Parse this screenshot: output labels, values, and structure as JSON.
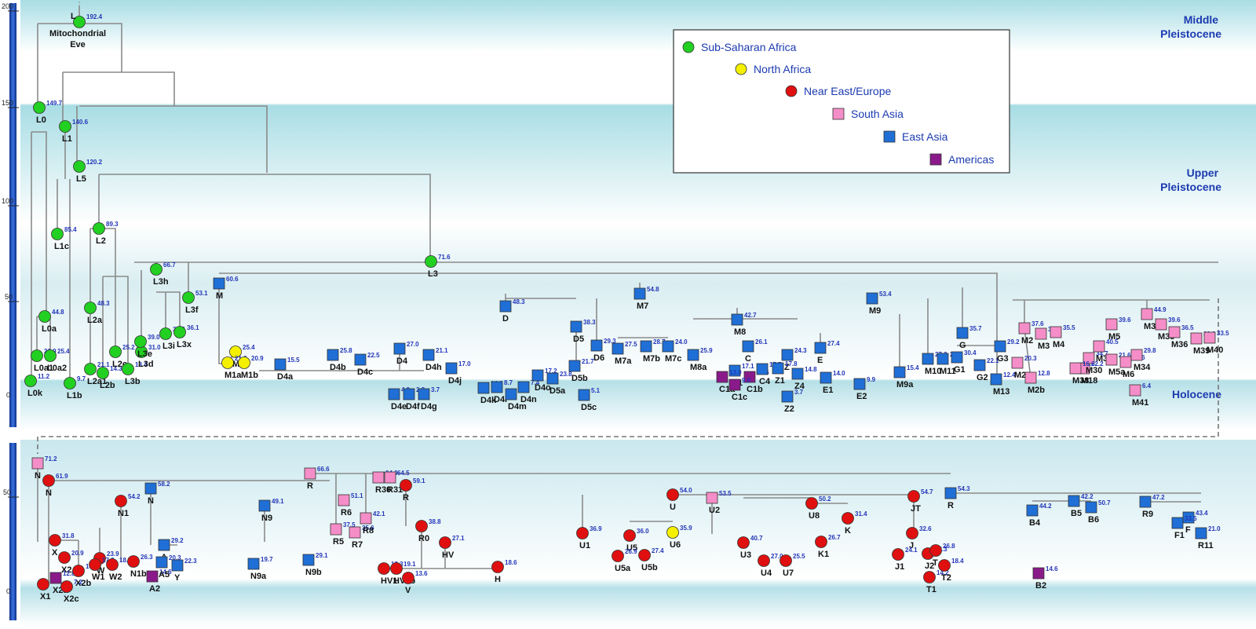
{
  "colors": {
    "africa": "#22d022",
    "north_africa": "#f4f000",
    "europe": "#e01010",
    "south_asia": "#f58ec8",
    "east_asia": "#1f6fd6",
    "americas": "#8a1a8a",
    "band": "#cde9ee",
    "edge": "#8a8a8a"
  },
  "epochs": {
    "middle": "Middle\nPleistocene",
    "upper": "Upper\nPleistocene",
    "holocene": "Holocene"
  },
  "axis_top": [
    "200",
    "150",
    "100",
    "50",
    "0"
  ],
  "axis_bottom": [
    "50",
    "0"
  ],
  "root": {
    "label": "L",
    "age": "192.4",
    "name": "Mitochondrial\nEve"
  },
  "legend": [
    {
      "key": "africa",
      "label": "Sub-Saharan Africa",
      "shape": "circle"
    },
    {
      "key": "north_africa",
      "label": "North Africa",
      "shape": "circle"
    },
    {
      "key": "europe",
      "label": "Near East/Europe",
      "shape": "circle"
    },
    {
      "key": "south_asia",
      "label": "South Asia",
      "shape": "square"
    },
    {
      "key": "east_asia",
      "label": "East Asia",
      "shape": "square"
    },
    {
      "key": "americas",
      "label": "Americas",
      "shape": "square"
    }
  ],
  "top_nodes": [
    [
      "L0",
      "149.7",
      "africa"
    ],
    [
      "L1",
      "140.6",
      "africa"
    ],
    [
      "L5",
      "120.2",
      "africa"
    ],
    [
      "L1c",
      "85.4",
      "africa"
    ],
    [
      "L2",
      "89.3",
      "africa"
    ],
    [
      "L0a",
      "44.8",
      "africa"
    ],
    [
      "L3",
      "71.6",
      "africa"
    ],
    [
      "L0k",
      "11.2",
      "africa"
    ],
    [
      "L0a1",
      "26.9",
      "africa"
    ],
    [
      "L0a2",
      "25.4",
      "africa"
    ],
    [
      "L1b",
      "9.7",
      "africa"
    ],
    [
      "L2a",
      "48.3",
      "africa"
    ],
    [
      "L2a1",
      "21.1",
      "africa"
    ],
    [
      "L2b",
      "14.3",
      "africa"
    ],
    [
      "L2c",
      "25.2",
      "africa"
    ],
    [
      "L3b",
      "18.4",
      "africa"
    ],
    [
      "L3d",
      "31.0",
      "africa"
    ],
    [
      "L3e",
      "39.0",
      "africa"
    ],
    [
      "L3i",
      "34.8",
      "africa"
    ],
    [
      "L3x",
      "36.1",
      "africa"
    ],
    [
      "L3h",
      "66.7",
      "africa"
    ],
    [
      "L3f",
      "53.1",
      "africa"
    ],
    [
      "M",
      "60.6",
      "east_asia"
    ],
    [
      "M1",
      "25.4",
      "north_africa"
    ],
    [
      "M1a",
      "21.0",
      "north_africa"
    ],
    [
      "M1b",
      "20.9",
      "north_africa"
    ],
    [
      "D",
      "48.3",
      "east_asia"
    ],
    [
      "D4",
      "27.0",
      "east_asia"
    ],
    [
      "D4a",
      "15.5",
      "east_asia"
    ],
    [
      "D4b",
      "25.8",
      "east_asia"
    ],
    [
      "D4c",
      "22.5",
      "east_asia"
    ],
    [
      "D4e",
      "4.9",
      "east_asia"
    ],
    [
      "D4f",
      "2.3",
      "east_asia"
    ],
    [
      "D4g",
      "3.7",
      "east_asia"
    ],
    [
      "D4h",
      "21.1",
      "east_asia"
    ],
    [
      "D4j",
      "17.0",
      "east_asia"
    ],
    [
      "D4k",
      "14.2",
      "east_asia"
    ],
    [
      "D4l",
      "8.7",
      "east_asia"
    ],
    [
      "D4m",
      "3.9",
      "east_asia"
    ],
    [
      "D4n",
      "7.4",
      "east_asia"
    ],
    [
      "D4o",
      "17.2",
      "east_asia"
    ],
    [
      "D5",
      "38.3",
      "east_asia"
    ],
    [
      "D5a",
      "23.8",
      "east_asia"
    ],
    [
      "D5b",
      "21.7",
      "east_asia"
    ],
    [
      "D5c",
      "5.1",
      "east_asia"
    ],
    [
      "D6",
      "29.3",
      "east_asia"
    ],
    [
      "M7",
      "54.8",
      "east_asia"
    ],
    [
      "M7a",
      "27.5",
      "east_asia"
    ],
    [
      "M7b",
      "28.7",
      "east_asia"
    ],
    [
      "M7c",
      "24.0",
      "east_asia"
    ],
    [
      "M8",
      "42.7",
      "east_asia"
    ],
    [
      "M8a",
      "25.9",
      "east_asia"
    ],
    [
      "C",
      "26.1",
      "east_asia"
    ],
    [
      "C1",
      "17.1",
      "east_asia"
    ],
    [
      "C1a",
      "13.0",
      "americas"
    ],
    [
      "C1b",
      "14.5",
      "americas"
    ],
    [
      "C1c",
      "9.0",
      "americas"
    ],
    [
      "C4",
      "17.7",
      "east_asia"
    ],
    [
      "Z",
      "24.3",
      "east_asia"
    ],
    [
      "Z1",
      "17.8",
      "east_asia"
    ],
    [
      "Z2",
      "3.7",
      "east_asia"
    ],
    [
      "Z4",
      "14.8",
      "east_asia"
    ],
    [
      "E",
      "27.4",
      "east_asia"
    ],
    [
      "E1",
      "14.0",
      "east_asia"
    ],
    [
      "E2",
      "9.9",
      "east_asia"
    ],
    [
      "M9",
      "53.4",
      "east_asia"
    ],
    [
      "M9a",
      "15.4",
      "east_asia"
    ],
    [
      "M10",
      "27.2",
      "east_asia"
    ],
    [
      "M11",
      "22.7",
      "east_asia"
    ],
    [
      "G",
      "35.7",
      "east_asia"
    ],
    [
      "G1",
      "30.4",
      "east_asia"
    ],
    [
      "G2",
      "22.1",
      "east_asia"
    ],
    [
      "G3",
      "29.2",
      "east_asia"
    ],
    [
      "M13",
      "12.4",
      "east_asia"
    ],
    [
      "M2",
      "37.6",
      "south_asia"
    ],
    [
      "M2a",
      "20.3",
      "south_asia"
    ],
    [
      "M2b",
      "12.8",
      "south_asia"
    ],
    [
      "M3",
      "35.3",
      "south_asia"
    ],
    [
      "M4",
      "35.5",
      "south_asia"
    ],
    [
      "M18",
      "22.2",
      "south_asia"
    ],
    [
      "M30",
      "34.7",
      "south_asia"
    ],
    [
      "M37",
      "40.5",
      "south_asia"
    ],
    [
      "M38",
      "16.6",
      "south_asia"
    ],
    [
      "M5",
      "39.6",
      "south_asia"
    ],
    [
      "M5a",
      "21.6",
      "south_asia"
    ],
    [
      "M6",
      "21.6",
      "south_asia"
    ],
    [
      "M41",
      "6.4",
      "south_asia"
    ],
    [
      "M33",
      "44.9",
      "south_asia"
    ],
    [
      "M34",
      "29.8",
      "south_asia"
    ],
    [
      "M35",
      "39.6",
      "south_asia"
    ],
    [
      "M36",
      "36.5",
      "south_asia"
    ],
    [
      "M39",
      "32.3",
      "south_asia"
    ],
    [
      "M40",
      "33.5",
      "south_asia"
    ]
  ],
  "bottom_nodes": [
    [
      "N",
      "71.2",
      "south_asia"
    ],
    [
      "N",
      "61.9",
      "europe"
    ],
    [
      "X",
      "31.8",
      "europe"
    ],
    [
      "X1",
      "9.5",
      "europe"
    ],
    [
      "X2",
      "20.9",
      "europe"
    ],
    [
      "X2a",
      "12.8",
      "americas"
    ],
    [
      "X2b",
      "14.6",
      "europe"
    ],
    [
      "X2c",
      "7.2",
      "europe"
    ],
    [
      "W",
      "23.9",
      "europe"
    ],
    [
      "W1",
      "17.6",
      "europe"
    ],
    [
      "W2",
      "18.9",
      "europe"
    ],
    [
      "N1",
      "54.2",
      "europe"
    ],
    [
      "N1b",
      "26.3",
      "europe"
    ],
    [
      "N",
      "58.2",
      "east_asia"
    ],
    [
      "A",
      "29.2",
      "east_asia"
    ],
    [
      "A2",
      "14.6",
      "americas"
    ],
    [
      "A5",
      "20.3",
      "east_asia"
    ],
    [
      "Y",
      "22.3",
      "east_asia"
    ],
    [
      "N9",
      "49.1",
      "east_asia"
    ],
    [
      "N9a",
      "19.7",
      "east_asia"
    ],
    [
      "N9b",
      "29.1",
      "east_asia"
    ],
    [
      "R",
      "66.6",
      "south_asia"
    ],
    [
      "R5",
      "37.5",
      "south_asia"
    ],
    [
      "R6",
      "51.1",
      "south_asia"
    ],
    [
      "R7",
      "35.6",
      "south_asia"
    ],
    [
      "R8",
      "42.1",
      "south_asia"
    ],
    [
      "R30",
      "64.0",
      "south_asia"
    ],
    [
      "R31",
      "64.5",
      "south_asia"
    ],
    [
      "R",
      "59.1",
      "europe"
    ],
    [
      "R0",
      "38.8",
      "europe"
    ],
    [
      "HV",
      "27.1",
      "europe"
    ],
    [
      "H",
      "18.6",
      "europe"
    ],
    [
      "HV1",
      "13.3",
      "europe"
    ],
    [
      "HV0b",
      "19.1",
      "europe"
    ],
    [
      "V",
      "13.6",
      "europe"
    ],
    [
      "U",
      "54.0",
      "europe"
    ],
    [
      "U1",
      "36.9",
      "europe"
    ],
    [
      "U5",
      "36.0",
      "europe"
    ],
    [
      "U5a",
      "26.9",
      "europe"
    ],
    [
      "U5b",
      "27.4",
      "europe"
    ],
    [
      "U6",
      "35.9",
      "north_africa"
    ],
    [
      "U2",
      "53.5",
      "south_asia"
    ],
    [
      "U3",
      "40.7",
      "europe"
    ],
    [
      "U4",
      "27.0",
      "europe"
    ],
    [
      "U7",
      "25.5",
      "europe"
    ],
    [
      "U8",
      "50.2",
      "europe"
    ],
    [
      "K",
      "31.4",
      "europe"
    ],
    [
      "K1",
      "26.7",
      "europe"
    ],
    [
      "JT",
      "54.7",
      "europe"
    ],
    [
      "J",
      "32.6",
      "europe"
    ],
    [
      "J1",
      "24.1",
      "europe"
    ],
    [
      "J2",
      "23.3",
      "europe"
    ],
    [
      "T",
      "26.8",
      "europe"
    ],
    [
      "T1",
      "14.2",
      "europe"
    ],
    [
      "T2",
      "18.4",
      "europe"
    ],
    [
      "R",
      "54.3",
      "east_asia"
    ],
    [
      "B4",
      "44.2",
      "east_asia"
    ],
    [
      "B5",
      "42.2",
      "east_asia"
    ],
    [
      "B6",
      "50.7",
      "east_asia"
    ],
    [
      "R9",
      "47.2",
      "east_asia"
    ],
    [
      "F",
      "43.4",
      "east_asia"
    ],
    [
      "F1",
      "33.5",
      "east_asia"
    ],
    [
      "R11",
      "21.0",
      "east_asia"
    ],
    [
      "B2",
      "14.6",
      "americas"
    ]
  ]
}
